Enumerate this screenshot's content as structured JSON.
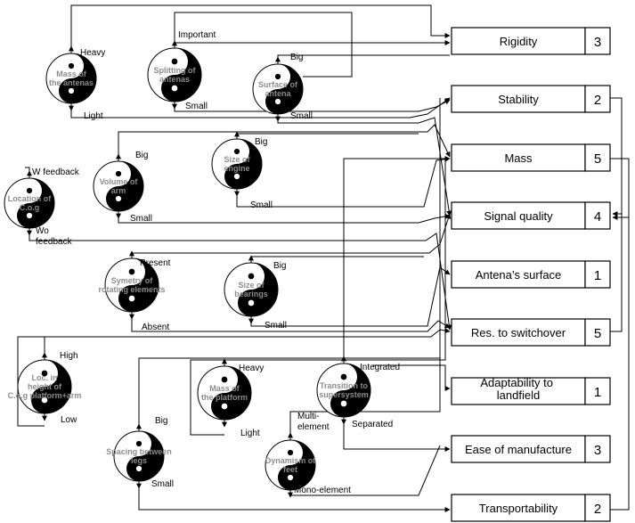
{
  "parameters": [
    {
      "name": "Rigidity",
      "weight": "3"
    },
    {
      "name": "Stability",
      "weight": "2"
    },
    {
      "name": "Mass",
      "weight": "5"
    },
    {
      "name": "Signal quality",
      "weight": "4"
    },
    {
      "name": "Antena’s surface",
      "weight": "1"
    },
    {
      "name": "Res. to switchover",
      "weight": "5"
    },
    {
      "name": "Adaptability to landfield",
      "weight": "1"
    },
    {
      "name": "Ease of manufacture",
      "weight": "3"
    },
    {
      "name": "Transportability",
      "weight": "2"
    }
  ],
  "contradictions": [
    {
      "id": "mass-antenas",
      "name": "Mass of the antenas",
      "top": "Heavy",
      "bottom": "Light"
    },
    {
      "id": "splitting",
      "name": "Splitting of antenas",
      "top": "Important",
      "bottom": "Small"
    },
    {
      "id": "surface",
      "name": "Surface of antena",
      "top": "Big",
      "bottom": "Small"
    },
    {
      "id": "volume-arm",
      "name": "Volume of arm",
      "top": "Big",
      "bottom": "Small"
    },
    {
      "id": "size-engine",
      "name": "Size of engine",
      "top": "Big",
      "bottom": "Small"
    },
    {
      "id": "location-cog",
      "name": "Location of C.o.g",
      "top": "W feedback",
      "bottom": "Wo feedback"
    },
    {
      "id": "symetry",
      "name": "Symetry of rotating elements",
      "top": "Present",
      "bottom": "Absent"
    },
    {
      "id": "size-bearings",
      "name": "Size of bearings",
      "top": "Big",
      "bottom": "Small"
    },
    {
      "id": "loc-height",
      "name": "Loc. in height of C.o.g platform+arm",
      "top": "High",
      "bottom": "Low"
    },
    {
      "id": "mass-platform",
      "name": "Mass of the platform",
      "top": "Heavy",
      "bottom": "Light"
    },
    {
      "id": "transition",
      "name": "Transition to supersystem",
      "top": "Integrated",
      "bottom": "Separated"
    },
    {
      "id": "spacing",
      "name": "Spacing between legs",
      "top": "Big",
      "bottom": "Small"
    },
    {
      "id": "dynamism",
      "name": "Dynamism of feet",
      "top": "Multi-element",
      "bottom": "Mono-element"
    }
  ]
}
